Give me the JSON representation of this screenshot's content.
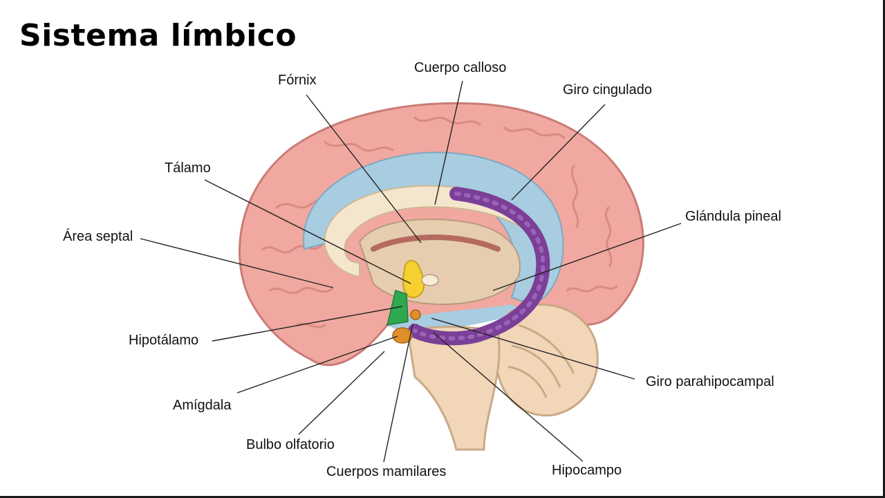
{
  "title": "Sistema límbico",
  "labels": {
    "fornix": "Fórnix",
    "cuerpo_calloso": "Cuerpo calloso",
    "giro_cingulado": "Giro cingulado",
    "talamo": "Tálamo",
    "glandula_pineal": "Glándula pineal",
    "area_septal": "Área septal",
    "hipotalamo": "Hipotálamo",
    "giro_parahipocampal": "Giro parahipocampal",
    "amigdala": "Amígdala",
    "bulbo_olfatorio": "Bulbo olfatorio",
    "cuerpos_mamilares": "Cuerpos mamilares",
    "hipocampo": "Hipocampo"
  },
  "colors": {
    "cortex": "#f0a8a0",
    "cingulate": "#a8cce0",
    "corpus_callosum": "#f3e6cc",
    "hippocampus": "#7b3f98",
    "thalamus": "#f5d030",
    "hypothalamus": "#2fa84f",
    "amygdala": "#e0902a",
    "brainstem": "#f2d6b8"
  }
}
